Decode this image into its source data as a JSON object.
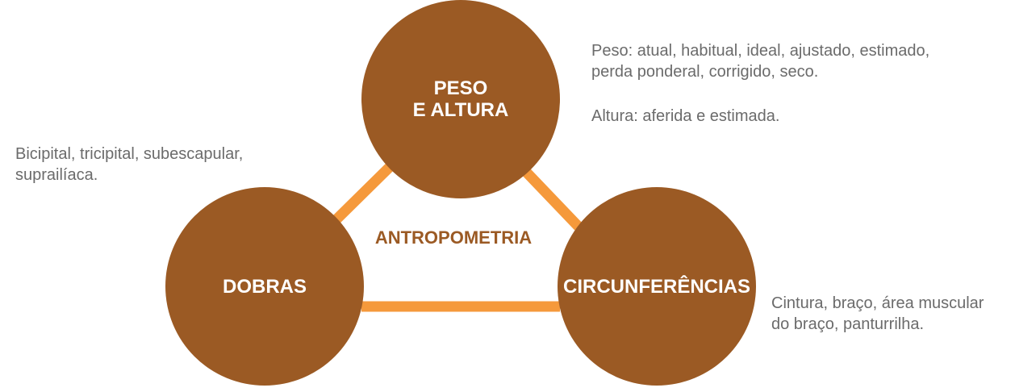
{
  "diagram": {
    "center_label": "ANTROPOMETRIA",
    "nodes": {
      "top": {
        "label_lines": [
          "PESO",
          "E ALTURA"
        ],
        "description_lines": [
          "Peso: atual, habitual, ideal, ajustado, estimado,",
          "perda ponderal, corrigido, seco."
        ],
        "secondary_description_lines": [
          "Altura: aferida e estimada."
        ]
      },
      "left": {
        "label_lines": [
          "DOBRAS"
        ],
        "description_lines": [
          "Bicipital, tricipital, subescapular,",
          "suprailíaca."
        ]
      },
      "right": {
        "label_lines": [
          "CIRCUNFERÊNCIAS"
        ],
        "description_lines": [
          "Cintura, braço, área muscular",
          "do braço, panturrilha."
        ]
      }
    },
    "colors": {
      "circle_fill": "#9b5a24",
      "connector": "#f5993b",
      "center_text": "#9b5a24",
      "description_text": "#6b6b6b",
      "circle_text": "#ffffff"
    }
  }
}
